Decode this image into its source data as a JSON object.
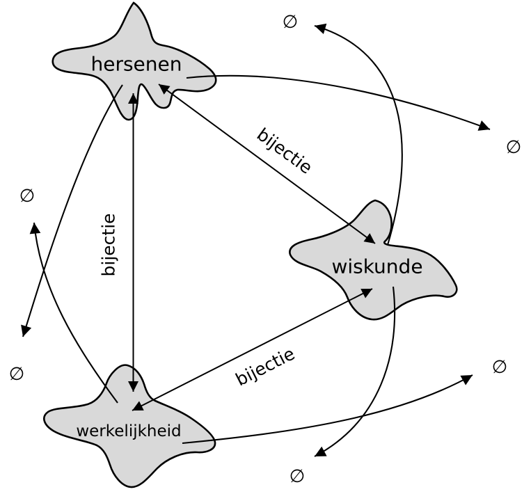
{
  "diagram": {
    "type": "concept-map",
    "colors": {
      "blob_fill": "#d9d9d9",
      "line": "#000000",
      "background": "#ffffff"
    },
    "nodes": [
      {
        "id": "hersenen",
        "label": "hersenen"
      },
      {
        "id": "wiskunde",
        "label": "wiskunde"
      },
      {
        "id": "werkelijkheid",
        "label": "werkelijkheid"
      }
    ],
    "edges": [
      {
        "from": "hersenen",
        "to": "wiskunde",
        "label": "bijectie",
        "arrows": "both"
      },
      {
        "from": "hersenen",
        "to": "werkelijkheid",
        "label": "bijectie",
        "arrows": "both"
      },
      {
        "from": "werkelijkheid",
        "to": "wiskunde",
        "label": "bijectie",
        "arrows": "both"
      }
    ],
    "empty_sets": [
      {
        "position": "top",
        "symbol": "∅",
        "arrow_from": "wiskunde"
      },
      {
        "position": "right",
        "symbol": "∅",
        "arrow_from": "hersenen"
      },
      {
        "position": "left-upper",
        "symbol": "∅",
        "arrow_from": "werkelijkheid"
      },
      {
        "position": "left-lower",
        "symbol": "∅",
        "arrow_from": "hersenen"
      },
      {
        "position": "right-lower",
        "symbol": "∅",
        "arrow_from": "werkelijkheid"
      },
      {
        "position": "bottom",
        "symbol": "∅",
        "arrow_from": "wiskunde"
      }
    ]
  }
}
